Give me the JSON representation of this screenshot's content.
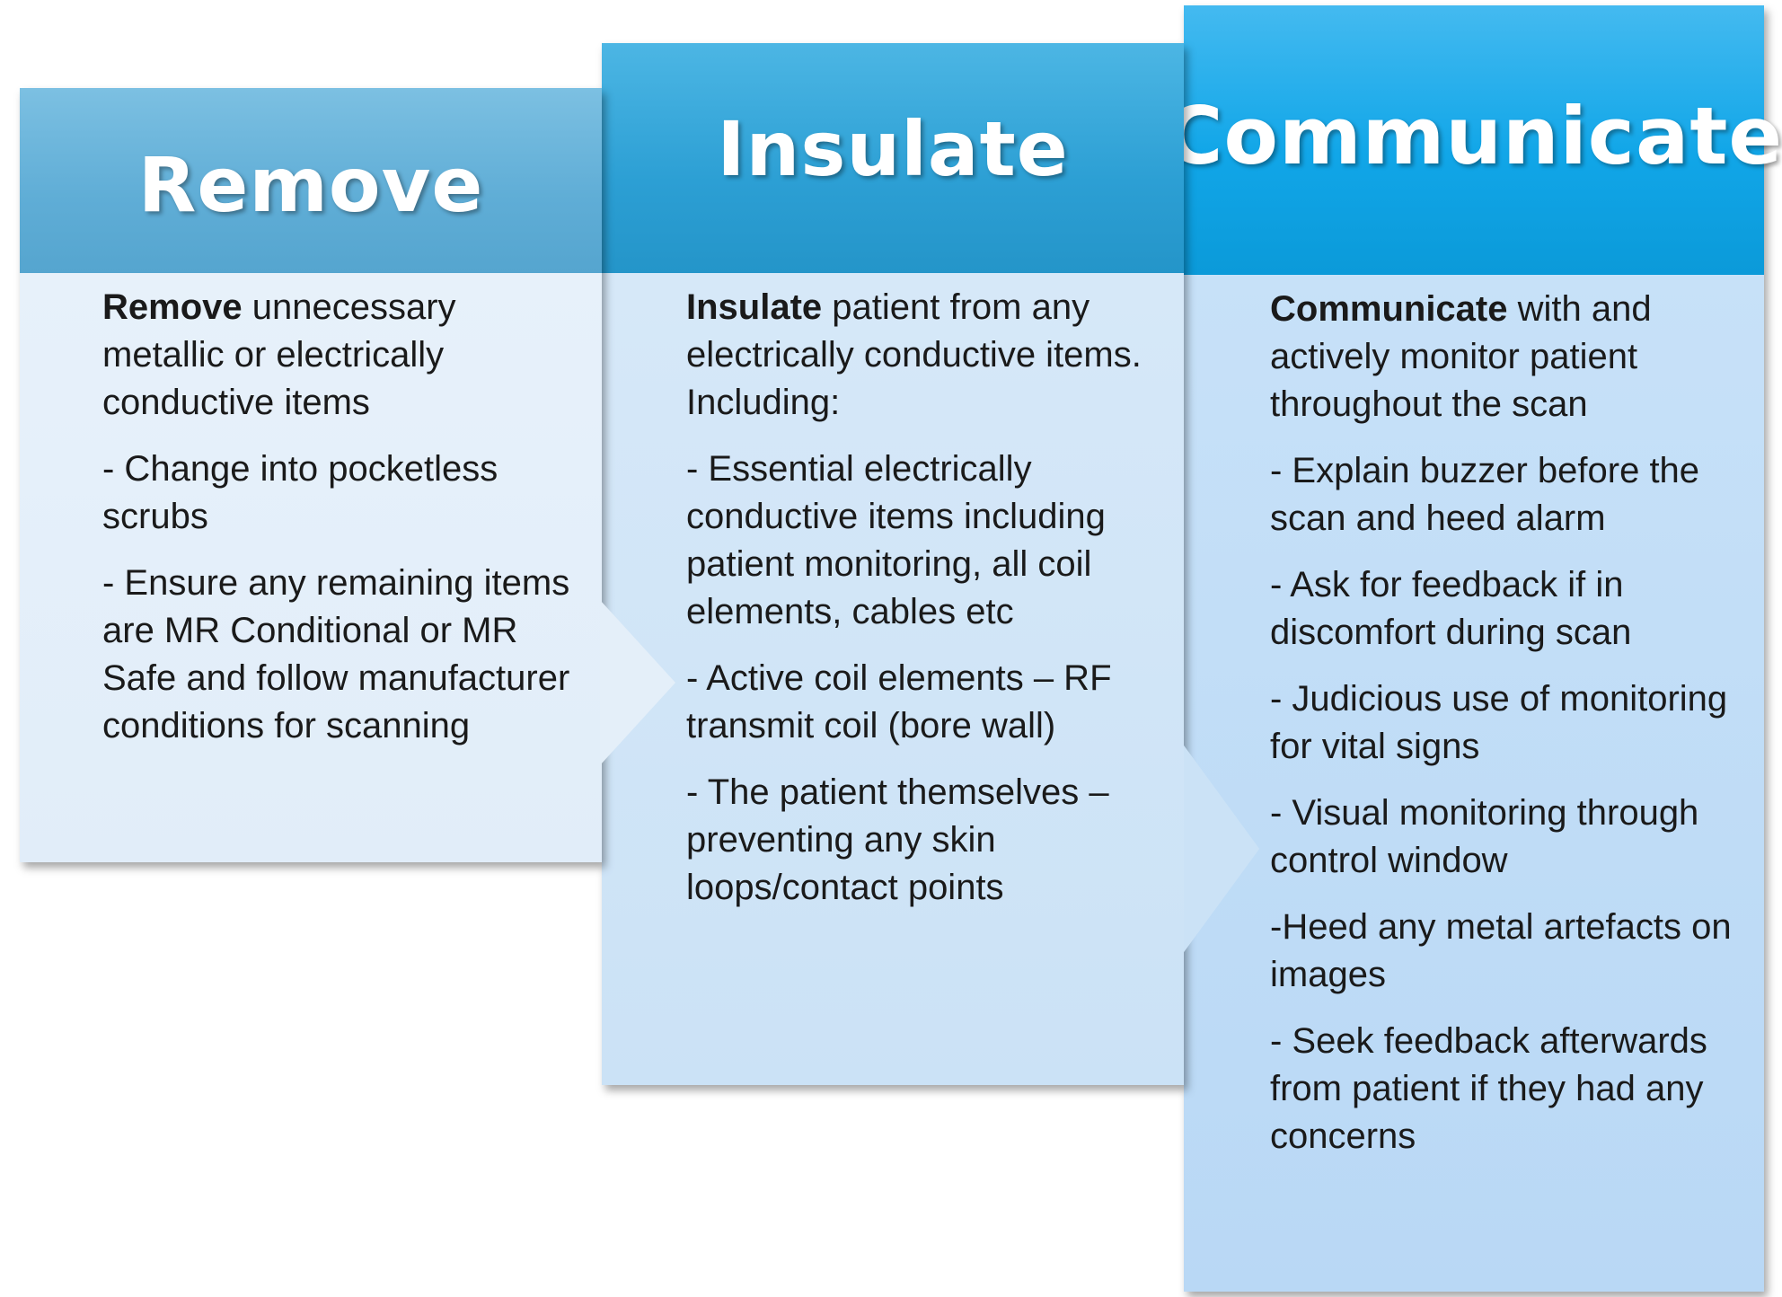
{
  "columns": [
    {
      "title": "Remove",
      "lead_bold": "Remove",
      "lead_rest": " unnecessary metallic or electrically conductive items",
      "bullets": [
        "- Change into pocketless scrubs",
        "- Ensure any remaining items are MR Conditional or MR Safe and follow manufacturer conditions for scanning"
      ]
    },
    {
      "title": "Insulate",
      "lead_bold": "Insulate",
      "lead_rest": " patient from any electrically conductive items. Including:",
      "bullets": [
        "- Essential electrically conductive items including patient monitoring, all coil elements, cables etc",
        "- Active coil elements – RF transmit coil (bore wall)",
        "- The patient themselves – preventing any skin loops/contact points"
      ]
    },
    {
      "title": "Communicate",
      "lead_bold": "Communicate",
      "lead_rest": " with and actively monitor patient throughout the scan",
      "bullets": [
        "- Explain buzzer before the scan and heed alarm",
        "- Ask for feedback if in discomfort during scan",
        "- Judicious use of monitoring for vital signs",
        "- Visual monitoring through control window",
        "-Heed any metal artefacts on images",
        "- Seek feedback afterwards from patient if they had any concerns"
      ]
    }
  ],
  "colors": {
    "header_1": "#62afd6",
    "header_2": "#2f9fd6",
    "header_3": "#0ea5e6",
    "body_1": "#e4eff9",
    "body_2": "#cfe4f7",
    "body_3": "#bcdaf6"
  }
}
